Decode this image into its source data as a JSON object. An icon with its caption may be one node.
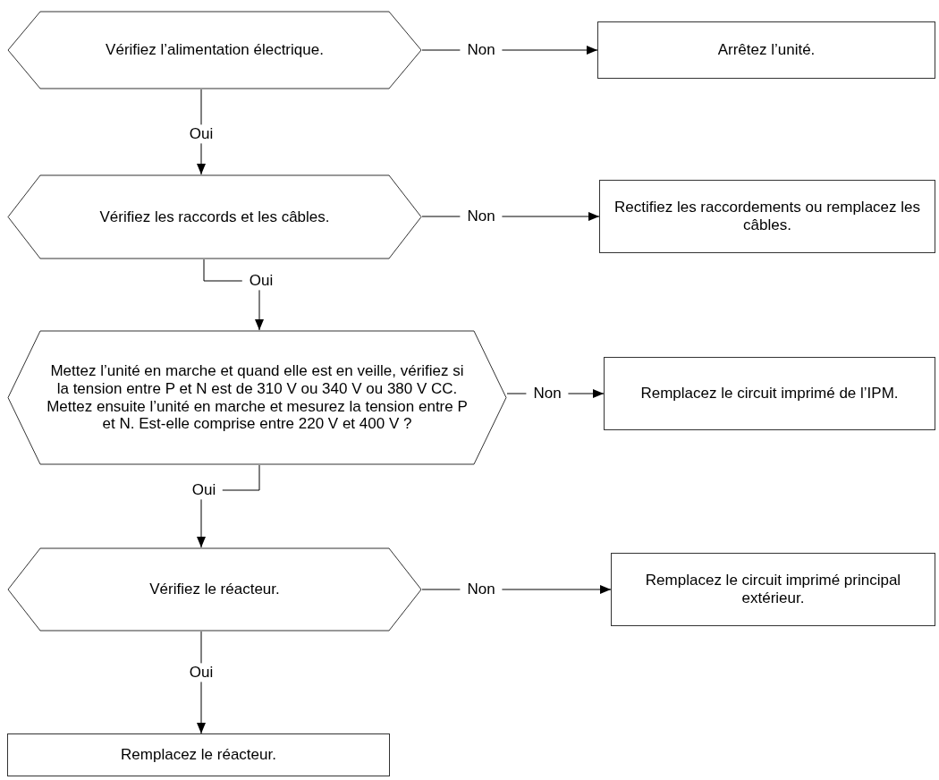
{
  "diagram": {
    "nodes": [
      {
        "text": [
          "Vérifiez l’alimentation électrique."
        ]
      },
      {
        "text": [
          "Arrêtez l’unité."
        ]
      },
      {
        "text": [
          "Vérifiez les raccords et les câbles."
        ]
      },
      {
        "text": [
          "Rectifiez les raccordements ou remplacez les câbles."
        ]
      },
      {
        "text": [
          "Mettez l’unité en marche et quand elle est en veille, vérifiez si la tension entre P et N est de 310 V ou 340 V ou 380 V CC. Mettez ensuite l’unité en marche et mesurez la tension entre P et N. Est-elle comprise entre 220 V et 400 V ?"
        ]
      },
      {
        "text": [
          "Remplacez le circuit imprimé de l’IPM."
        ]
      },
      {
        "text": [
          "Vérifiez le réacteur."
        ]
      },
      {
        "text": [
          "Remplacez le circuit imprimé principal extérieur."
        ]
      },
      {
        "text": [
          "Remplacez le réacteur."
        ]
      }
    ],
    "edges": [
      {
        "from": 0,
        "to": 1,
        "arrow": "to",
        "label": "Non"
      },
      {
        "from": 0,
        "to": 2,
        "arrow": "to",
        "label": "Oui"
      },
      {
        "from": 2,
        "to": 3,
        "arrow": "to",
        "label": "Non"
      },
      {
        "from": 2,
        "to": 4,
        "arrow": "to",
        "label": "Oui"
      },
      {
        "from": 4,
        "to": 5,
        "arrow": "to",
        "label": "Non"
      },
      {
        "from": 4,
        "to": 6,
        "arrow": "to",
        "label": "Oui"
      },
      {
        "from": 6,
        "to": 7,
        "arrow": "to",
        "label": "Non"
      },
      {
        "from": 6,
        "to": 8,
        "arrow": "to",
        "label": "Oui"
      }
    ]
  }
}
